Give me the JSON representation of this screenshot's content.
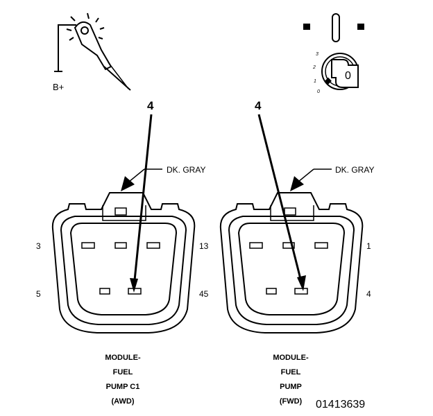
{
  "battery_label": "B+",
  "ignition": {
    "positions": [
      "3",
      "2",
      "1",
      "0"
    ],
    "key_label": "0"
  },
  "connectors": [
    {
      "callout": "4",
      "wire_color": "DK. GRAY",
      "pins": {
        "top_left": "3",
        "top_right": "13",
        "bottom_left": "5",
        "bottom_right": "45"
      },
      "caption": [
        "MODULE-",
        "FUEL",
        "PUMP C1",
        "(AWD)"
      ]
    },
    {
      "callout": "4",
      "wire_color": "DK. GRAY",
      "pins": {
        "top_left": "",
        "top_right": "1",
        "bottom_left": "",
        "bottom_right": "4"
      },
      "caption": [
        "MODULE-",
        "FUEL",
        "PUMP",
        "(FWD)"
      ]
    }
  ],
  "figure_id": "01413639",
  "colors": {
    "ink": "#000000",
    "paper": "#ffffff"
  }
}
